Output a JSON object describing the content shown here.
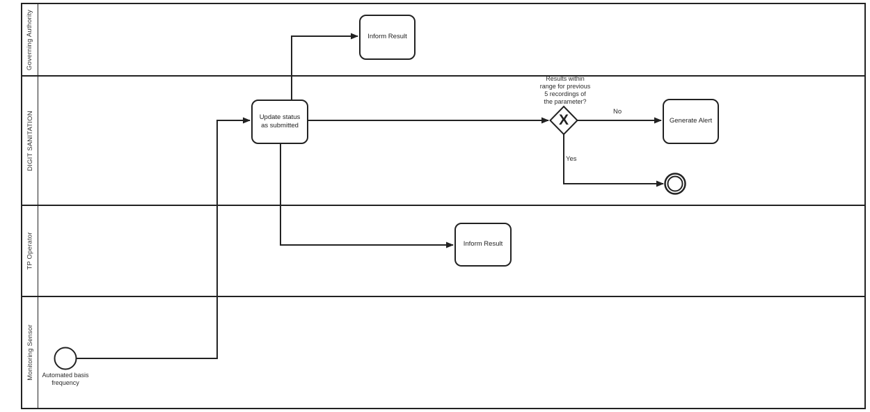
{
  "diagram": {
    "type": "bpmn-swimlane-flowchart",
    "colors": {
      "stroke": "#222222",
      "background": "#ffffff"
    },
    "lanes": [
      {
        "label": "Governing Authority"
      },
      {
        "label": "DIGIT SANITATION"
      },
      {
        "label": "TP Operator"
      },
      {
        "label": "Monitoring Sensor"
      }
    ],
    "nodes": {
      "start_event": {
        "type": "start-event",
        "label": "Automated basis\nfrequency"
      },
      "update_status": {
        "type": "task",
        "label": "Update status\nas submitted"
      },
      "inform_result_governing": {
        "type": "task",
        "label": "Inform Result"
      },
      "inform_result_tp": {
        "type": "task",
        "label": "Inform Result"
      },
      "generate_alert": {
        "type": "task",
        "label": "Generate Alert"
      },
      "gateway": {
        "type": "exclusive-gateway",
        "marker": "X",
        "question": "Results within\nrange for previous\n5 recordings of\nthe parameter?"
      },
      "end_event": {
        "type": "end-event"
      }
    },
    "edge_labels": {
      "no": "No",
      "yes": "Yes"
    }
  }
}
